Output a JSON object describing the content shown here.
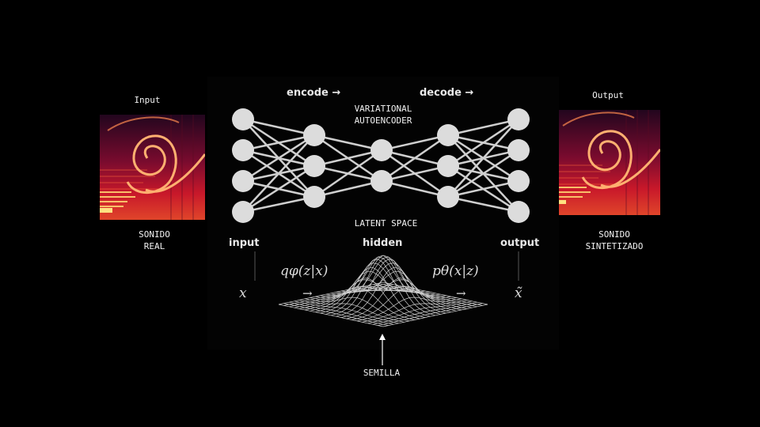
{
  "left": {
    "caption": "Input",
    "label_line1": "SONIDO",
    "label_line2": "REAL"
  },
  "right": {
    "caption": "Output",
    "label_line1": "SONIDO",
    "label_line2": "SINTETIZADO"
  },
  "diagram": {
    "encode": "encode →",
    "decode": "decode →",
    "title_line1": "VARIATIONAL",
    "title_line2": "AUTOENCODER",
    "latent": "LATENT SPACE",
    "input": "input",
    "hidden": "hidden",
    "output": "output",
    "q": "qφ(z|x)",
    "p": "pθ(x|z)",
    "x": "x",
    "xtilde": "x̃",
    "arrow": "→",
    "seed": "SEMILLA"
  },
  "colors": {
    "node": "#dcdcdc",
    "edge": "#cfcfcf",
    "spec_dark": "#1a0418",
    "spec_mid": "#c0122c",
    "spec_hot": "#ffd040"
  }
}
